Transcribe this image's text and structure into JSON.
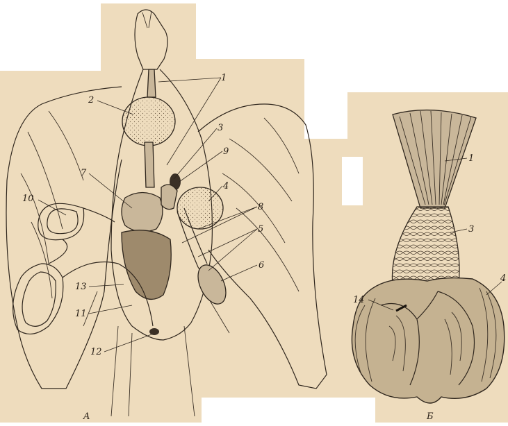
{
  "background_color": "#eedcbd",
  "ink_color": "#2f261d",
  "panel_a": {
    "caption": "A",
    "labels": [
      "1",
      "2",
      "3",
      "9",
      "4",
      "7",
      "8",
      "5",
      "10",
      "6",
      "13",
      "11",
      "12"
    ]
  },
  "panel_b": {
    "caption": "Б",
    "labels": [
      "1",
      "3",
      "4",
      "14"
    ]
  }
}
